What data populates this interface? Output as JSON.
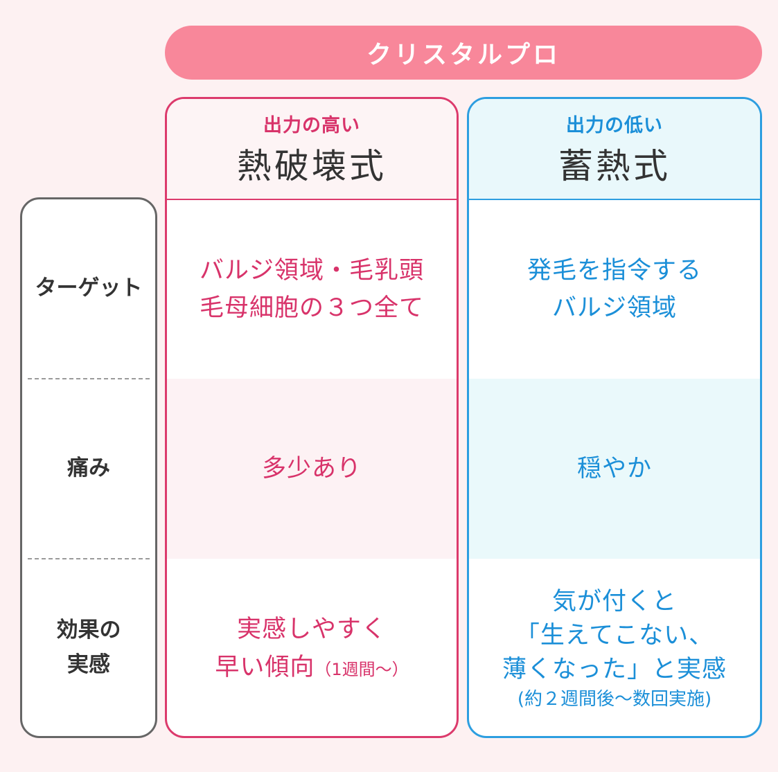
{
  "banner": {
    "title": "クリスタルプロ"
  },
  "row_labels": {
    "target": "ターゲット",
    "pain": "痛み",
    "effect_line1": "効果の",
    "effect_line2": "実感"
  },
  "heat_destruction": {
    "subtitle": "出力の高い",
    "title": "熱破壊式",
    "target_line1": "バルジ領域・毛乳頭",
    "target_line2": "毛母細胞の３つ全て",
    "pain": "多少あり",
    "effect_line1": "実感しやすく",
    "effect_line2": "早い傾向",
    "effect_note": "（1週間〜）"
  },
  "heat_storage": {
    "subtitle": "出力の低い",
    "title": "蓄熱式",
    "target_line1": "発毛を指令する",
    "target_line2": "バルジ領域",
    "pain": "穏やか",
    "effect_line1": "気が付くと",
    "effect_line2": "「生えてこない、",
    "effect_line3": "薄くなった」と実感",
    "effect_note": "(約２週間後〜数回実施)"
  },
  "colors": {
    "banner": "#f8879a",
    "red_accent": "#d8336a",
    "blue_accent": "#1b8fd8",
    "background": "#fdf1f2"
  }
}
